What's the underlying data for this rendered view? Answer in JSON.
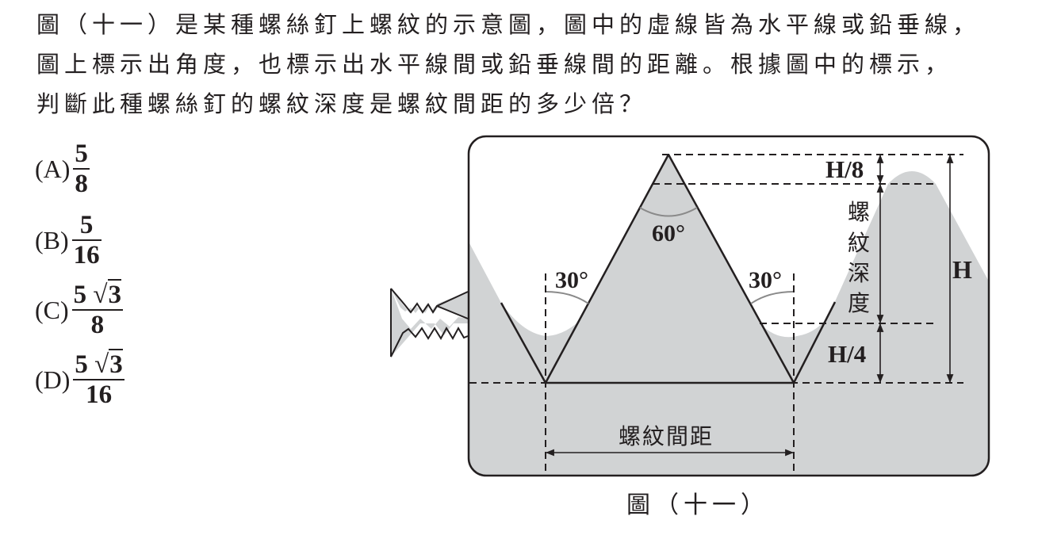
{
  "question": {
    "lines": [
      "圖（十一）是某種螺絲釘上螺紋的示意圖，圖中的虛線皆為水平線或鉛垂線，",
      "圖上標示出角度，也標示出水平線間或鉛垂線間的距離。根據圖中的標示，",
      "判斷此種螺絲釘的螺紋深度是螺紋間距的多少倍？"
    ]
  },
  "options": [
    {
      "label": "(A)",
      "numerator": "5",
      "radical": "",
      "denominator": "8"
    },
    {
      "label": "(B)",
      "numerator": "5",
      "radical": "",
      "denominator": "16"
    },
    {
      "label": "(C)",
      "numerator": "5",
      "radical": "3",
      "denominator": "8"
    },
    {
      "label": "(D)",
      "numerator": "5",
      "radical": "3",
      "denominator": "16"
    }
  ],
  "figure": {
    "caption": "圖（十一）",
    "labels": {
      "apex_angle": "60°",
      "left_angle": "30°",
      "right_angle": "30°",
      "top_gap": "H/8",
      "thread_depth_chars": [
        "螺",
        "紋",
        "深",
        "度"
      ],
      "bottom_gap": "H/4",
      "total_height": "H",
      "pitch": "螺紋間距"
    },
    "colors": {
      "fill": "#d1d3d4",
      "line": "#231f20",
      "arc": "#8a8a8a",
      "background": "#ffffff"
    }
  }
}
